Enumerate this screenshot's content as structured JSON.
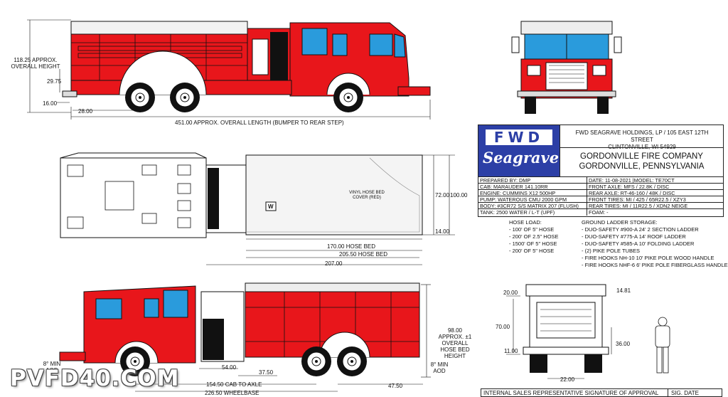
{
  "side_view_dims": {
    "overall_height": "118.25 APPROX. OVERALL HEIGHT",
    "cab_height": "29.75",
    "ground_clearance": "16.00",
    "front_overhang": "28.00",
    "overall_length": "451.00 APPROX. OVERALL LENGTH (BUMPER TO REAR STEP)"
  },
  "top_view_dims": {
    "hose_bed_cover_note": "VINYL HOSE BED COVER (RED)",
    "hose_bed_marker": "W",
    "width_72": "72.00",
    "width_100": "100.00",
    "rear_14": "14.00",
    "len_170": "170.00 HOSE BED",
    "len_205": "205.50 HOSE BED",
    "len_207": "207.00"
  },
  "bottom_view_dims": {
    "left_aod": "8° MIN AOD",
    "hose_bed_height": "98.00 APPROX. ±1 OVERALL HOSE BED HEIGHT",
    "right_aod": "8° MIN AOD",
    "d54": "54.00",
    "d3750": "37.50",
    "d4750": "47.50",
    "cab_to_axle": "154.50 CAB TO AXLE",
    "wheelbase": "226.50 WHEELBASE"
  },
  "rear_view_dims": {
    "d20": "20.00",
    "d1481": "14.81",
    "d70": "70.00",
    "d36": "36.00",
    "d11": "11.00",
    "d22": "22.00"
  },
  "title_block": {
    "logo_top": "FWD",
    "logo_script": "Seagrave",
    "company_line1": "FWD SEAGRAVE HOLDINGS, LP / 105 EAST 12TH STREET",
    "company_line2": "CLINTONVILLE, WI 54929",
    "customer_line1": "GORDONVILLE FIRE COMPANY",
    "customer_line2": "GORDONVILLE, PENNSYLVANIA",
    "rows": [
      {
        "left": "PREPARED BY:  DMP",
        "right": "DATE: 11-08-2021  |MODEL:  TE70CT"
      },
      {
        "left": "CAB:  MARAUDER 141.10RR",
        "right": "FRONT AXLE:  MFS / 22.8K / DISC"
      },
      {
        "left": "ENGINE: CUMMINS X12 500HP",
        "right": "REAR AXLE: RT-46-160 / 48K / DISC"
      },
      {
        "left": "PUMP:  WATEROUS CMU 2000 GPM",
        "right": "FRONT TIRES:  MI / 425 / 65R22.5 / XZY3"
      },
      {
        "left": "BODY:  #3CR72 S/S MATRIX 207 (FLUSH)",
        "right": "REAR TIRES:  MI / 11R22.5 / XDN2 NEIGE"
      },
      {
        "left": "TANK:  2500 WATER / L-T (UPF)",
        "right": "FOAM: -"
      }
    ]
  },
  "hose_load": {
    "title": "HOSE LOAD:",
    "items": [
      "- 100' OF 5\" HOSE",
      "- 200' OF 2.5\" HOSE",
      "- 1500' OF 5\" HOSE",
      "- 200' OF 5\" HOSE"
    ]
  },
  "ground_ladder": {
    "title": "GROUND LADDER STORAGE:",
    "items": [
      "- DUO-SAFETY #900-A 24' 2 SECTION LADDER",
      "- DUO-SAFETY #775-A 14' ROOF LADDER",
      "- DUO-SAFETY #585-A 10' FOLDING LADDER",
      "- (2) PIKE POLE TUBES",
      "- FIRE HOOKS NH-10 10' PIKE POLE WOOD HANDLE",
      "- FIRE HOOKS NHF-6 6' PIKE POLE FIBERGLASS HANDLE"
    ]
  },
  "signature": {
    "label": "INTERNAL SALES REPRESENTATIVE SIGNATURE OF APPROVAL",
    "date_label": "SIG. DATE"
  },
  "watermark": "PVFD40.COM",
  "colors": {
    "body_red": "#e8161b",
    "glass_blue": "#2a9bdc",
    "logo_blue": "#2c3fa6"
  }
}
